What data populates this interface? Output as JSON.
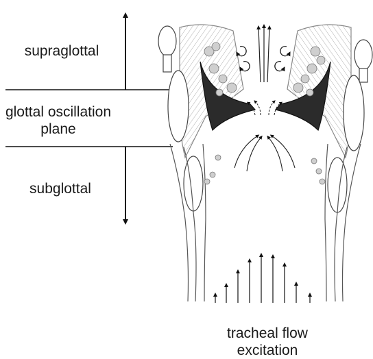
{
  "labels": {
    "supraglottal": "supraglottal",
    "glottal_line1": "glottal oscillation",
    "glottal_line2": "plane",
    "subglottal": "subglottal",
    "tracheal_line1": "tracheal flow",
    "tracheal_line2": "excitation"
  }
}
